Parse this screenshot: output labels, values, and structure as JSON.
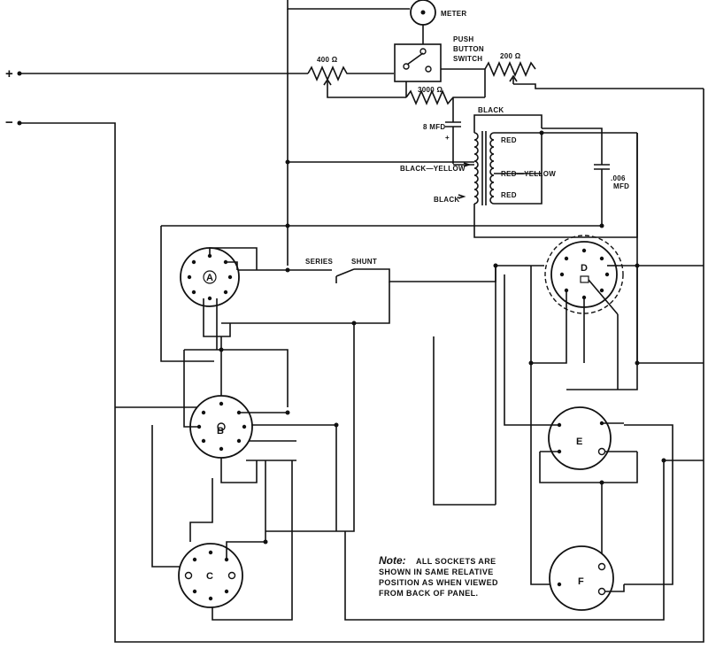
{
  "terminals": {
    "plus": "+",
    "minus": "−"
  },
  "components": {
    "meter": "METER",
    "push_button_switch": [
      "PUSH",
      "BUTTON",
      "SWITCH"
    ],
    "r400": "400 Ω",
    "r200": "200 Ω",
    "r3000": "3000 Ω",
    "cap8": "8 MFD",
    "cap8_polarity": "+",
    "cap006": ".006",
    "cap006_unit": "MFD"
  },
  "wires": {
    "black_top": "BLACK",
    "red_1": "RED",
    "black_yellow": "BLACK—YELLOW",
    "red_yellow": "RED—YELLOW",
    "black_bottom": "BLACK",
    "red_2": "RED"
  },
  "switch_labels": {
    "series": "SERIES",
    "shunt": "SHUNT"
  },
  "sockets": {
    "a": "A",
    "b": "B",
    "c": "C",
    "d": "D",
    "e": "E",
    "f": "F"
  },
  "note": {
    "word": "Note:",
    "line1": "ALL SOCKETS ARE",
    "line2": "SHOWN IN SAME RELATIVE",
    "line3": "POSITION AS WHEN VIEWED",
    "line4": "FROM BACK OF PANEL."
  }
}
